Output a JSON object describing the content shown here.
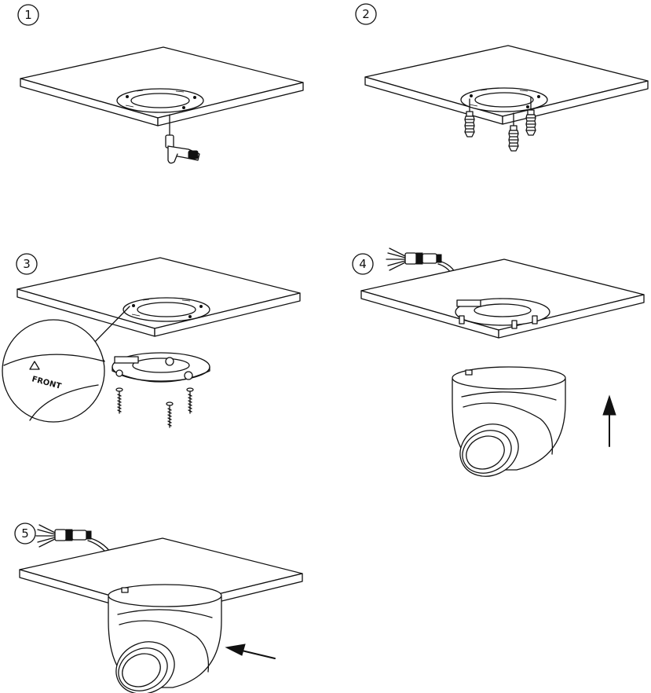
{
  "steps": [
    {
      "number": "1"
    },
    {
      "number": "2"
    },
    {
      "number": "3"
    },
    {
      "number": "4"
    },
    {
      "number": "5"
    }
  ],
  "callout": {
    "label": "FRONT"
  },
  "icons": {
    "drill": "drill-icon",
    "anchor": "wall-anchor-icon",
    "screw": "screw-icon",
    "camera": "dome-camera-icon",
    "arrow": "direction-arrow-icon",
    "connector": "cable-connector-icon"
  }
}
